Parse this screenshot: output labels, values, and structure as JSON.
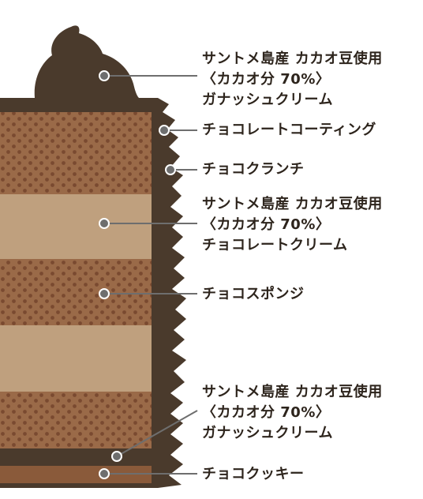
{
  "colors": {
    "dark_chocolate": "#4a3a2c",
    "sponge_layer": "#9a6a48",
    "sponge_dots": "#7a4a30",
    "cream_layer": "#bfa07e",
    "cookie_layer": "#8a5a3a",
    "leader": "#6e6e6e",
    "text": "#2d241c"
  },
  "labels": [
    {
      "id": "topping",
      "lines": [
        "サントメ島産 カカオ豆使用",
        "〈カカオ分 70%〉",
        "ガナッシュクリーム"
      ]
    },
    {
      "id": "coating",
      "lines": [
        "チョコレートコーティング"
      ]
    },
    {
      "id": "crunch",
      "lines": [
        "チョコクランチ"
      ]
    },
    {
      "id": "cream",
      "lines": [
        "サントメ島産 カカオ豆使用",
        "〈カカオ分 70%〉",
        "チョコレートクリーム"
      ]
    },
    {
      "id": "sponge",
      "lines": [
        "チョコスポンジ"
      ]
    },
    {
      "id": "ganache",
      "lines": [
        "サントメ島産 カカオ豆使用",
        "〈カカオ分 70%〉",
        "ガナッシュクリーム"
      ]
    },
    {
      "id": "cookie",
      "lines": [
        "チョコクッキー"
      ]
    }
  ]
}
